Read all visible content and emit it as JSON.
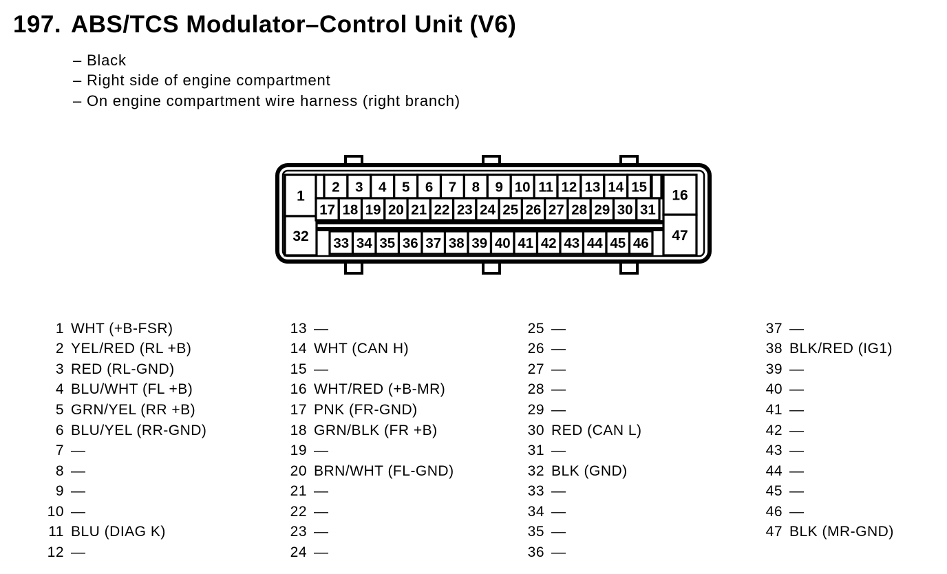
{
  "colors": {
    "ink": "#000000",
    "paper": "#ffffff"
  },
  "header": {
    "number": "197.",
    "title": "ABS/TCS Modulator–Control Unit (V6)"
  },
  "notes": [
    "– Black",
    "– Right side of engine compartment",
    "– On engine compartment wire harness (right branch)"
  ],
  "connector": {
    "pin1": "1",
    "pin32": "32",
    "pin16": "16",
    "pin47": "47",
    "row1": [
      "2",
      "3",
      "4",
      "5",
      "6",
      "7",
      "8",
      "9",
      "10",
      "11",
      "12",
      "13",
      "14",
      "15"
    ],
    "row2": [
      "17",
      "18",
      "19",
      "20",
      "21",
      "22",
      "23",
      "24",
      "25",
      "26",
      "27",
      "28",
      "29",
      "30",
      "31"
    ],
    "row3": [
      "33",
      "34",
      "35",
      "36",
      "37",
      "38",
      "39",
      "40",
      "41",
      "42",
      "43",
      "44",
      "45",
      "46"
    ]
  },
  "pinout": {
    "columns": [
      {
        "entries": [
          {
            "pin": "1",
            "desc": "WHT (+B-FSR)"
          },
          {
            "pin": "2",
            "desc": "YEL/RED (RL +B)"
          },
          {
            "pin": "3",
            "desc": "RED (RL-GND)"
          },
          {
            "pin": "4",
            "desc": "BLU/WHT (FL +B)"
          },
          {
            "pin": "5",
            "desc": "GRN/YEL (RR +B)"
          },
          {
            "pin": "6",
            "desc": "BLU/YEL (RR-GND)"
          },
          {
            "pin": "7",
            "desc": "—"
          },
          {
            "pin": "8",
            "desc": "—"
          },
          {
            "pin": "9",
            "desc": "—"
          },
          {
            "pin": "10",
            "desc": "—"
          },
          {
            "pin": "11",
            "desc": "BLU (DIAG K)"
          },
          {
            "pin": "12",
            "desc": "—"
          }
        ]
      },
      {
        "entries": [
          {
            "pin": "13",
            "desc": "—"
          },
          {
            "pin": "14",
            "desc": "WHT (CAN H)"
          },
          {
            "pin": "15",
            "desc": "—"
          },
          {
            "pin": "16",
            "desc": "WHT/RED (+B-MR)"
          },
          {
            "pin": "17",
            "desc": "PNK (FR-GND)"
          },
          {
            "pin": "18",
            "desc": "GRN/BLK (FR +B)"
          },
          {
            "pin": "19",
            "desc": "—"
          },
          {
            "pin": "20",
            "desc": "BRN/WHT (FL-GND)"
          },
          {
            "pin": "21",
            "desc": "—"
          },
          {
            "pin": "22",
            "desc": "—"
          },
          {
            "pin": "23",
            "desc": "—"
          },
          {
            "pin": "24",
            "desc": "—"
          }
        ]
      },
      {
        "entries": [
          {
            "pin": "25",
            "desc": "—"
          },
          {
            "pin": "26",
            "desc": "—"
          },
          {
            "pin": "27",
            "desc": "—"
          },
          {
            "pin": "28",
            "desc": "—"
          },
          {
            "pin": "29",
            "desc": "—"
          },
          {
            "pin": "30",
            "desc": "RED (CAN L)"
          },
          {
            "pin": "31",
            "desc": "—"
          },
          {
            "pin": "32",
            "desc": "BLK (GND)"
          },
          {
            "pin": "33",
            "desc": "—"
          },
          {
            "pin": "34",
            "desc": "—"
          },
          {
            "pin": "35",
            "desc": "—"
          },
          {
            "pin": "36",
            "desc": "—"
          }
        ]
      },
      {
        "entries": [
          {
            "pin": "37",
            "desc": "—"
          },
          {
            "pin": "38",
            "desc": "BLK/RED (IG1)"
          },
          {
            "pin": "39",
            "desc": "—"
          },
          {
            "pin": "40",
            "desc": "—"
          },
          {
            "pin": "41",
            "desc": "—"
          },
          {
            "pin": "42",
            "desc": "—"
          },
          {
            "pin": "43",
            "desc": "—"
          },
          {
            "pin": "44",
            "desc": "—"
          },
          {
            "pin": "45",
            "desc": "—"
          },
          {
            "pin": "46",
            "desc": "—"
          },
          {
            "pin": "47",
            "desc": "BLK (MR-GND)"
          }
        ]
      }
    ]
  }
}
